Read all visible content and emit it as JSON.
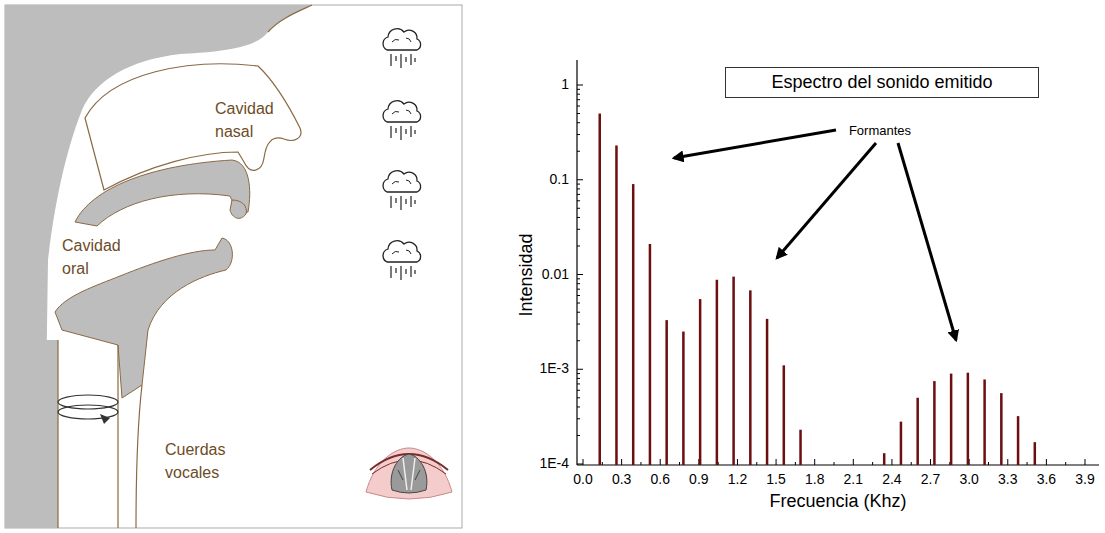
{
  "diagram": {
    "nodes": [
      {
        "text": [
          "Espectro del sonido emitido"
        ]
      }
    ],
    "labels": [
      "Cavidad nasal",
      "Cavidad oral",
      "Cuerdas vocales",
      "Formantes",
      "Intensidad",
      "Frecuencia (Khz)",
      "1",
      "0.1",
      "0.01",
      "1E-3",
      "1E-4",
      "0.0",
      "0.3",
      "0.6",
      "0.9",
      "1.2",
      "1.5",
      "1.8",
      "2.1",
      "2.4",
      "2.7",
      "3.0",
      "3.3",
      "3.6",
      "3.9"
    ]
  }
}
